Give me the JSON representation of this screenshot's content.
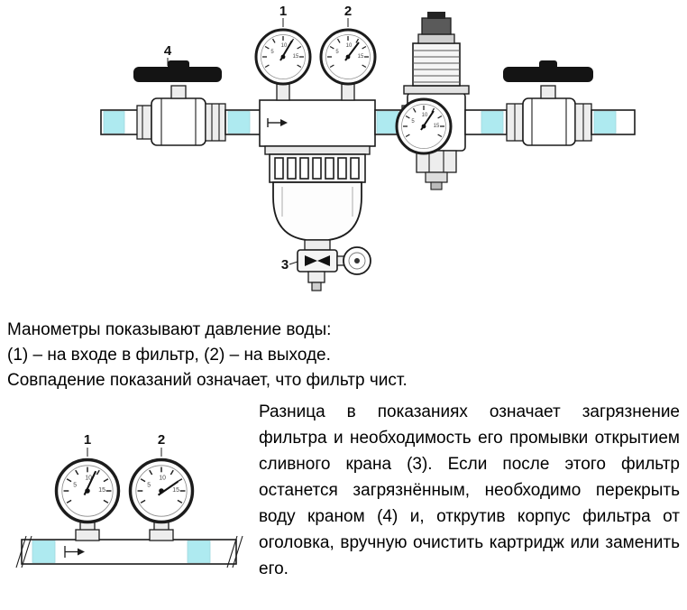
{
  "colors": {
    "pipe_highlight": "#aeeaf0",
    "line": "#1c1c1c"
  },
  "top_diagram": {
    "label_gauge_inlet": "1",
    "label_gauge_outlet": "2",
    "label_drain_valve": "3",
    "label_shutoff_valve": "4"
  },
  "gauge_dial": {
    "t1": "5",
    "t2": "10",
    "t3": "15"
  },
  "caption": {
    "line1": "Манометры показывают давление воды:",
    "line2": "(1) – на входе в фильтр, (2) – на выходе.",
    "line3": "Совпадение показаний означает, что фильтр чист."
  },
  "bottom_diagram": {
    "label_gauge_inlet": "1",
    "label_gauge_outlet": "2"
  },
  "explanation": "Разница в показаниях означает загрязнение фильтра и необходимость его промывки открытием сливного крана (3). Если после этого фильтр останется загрязнённым, необходимо перекрыть воду краном (4) и, открутив корпус фильтра от оголовка, вручную очистить картридж или заменить его."
}
